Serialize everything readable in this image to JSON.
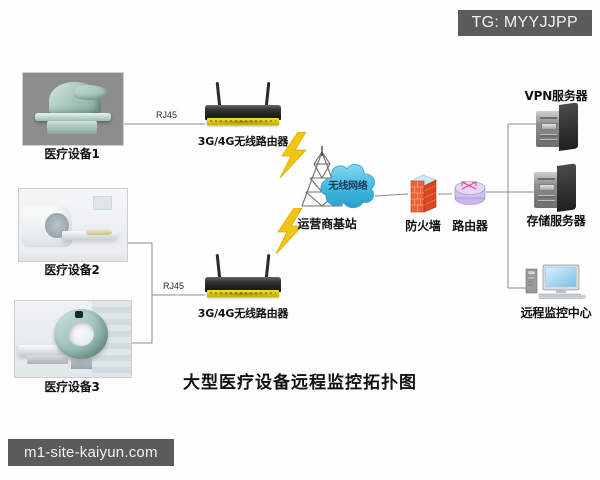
{
  "diagram": {
    "title": "大型医疗设备远程监控拓扑图",
    "link_label_rj45": "RJ45"
  },
  "watermarks": {
    "top_right": "TG: MYYJJPP",
    "bottom_left": "m1-site-kaiyun.com"
  },
  "nodes": {
    "equipment": [
      {
        "id": "medical-device-1",
        "label": "医疗设备1",
        "icon": "ct-scanner-photo"
      },
      {
        "id": "medical-device-2",
        "label": "医疗设备2",
        "icon": "mri-scanner-photo"
      },
      {
        "id": "medical-device-3",
        "label": "医疗设备3",
        "icon": "ct-donut-photo"
      }
    ],
    "routers": [
      {
        "id": "wireless-router-1",
        "label": "3G/4G无线路由器",
        "icon": "wireless-router-icon"
      },
      {
        "id": "wireless-router-2",
        "label": "3G/4G无线路由器",
        "icon": "wireless-router-icon"
      }
    ],
    "base_station": {
      "label": "运营商基站",
      "icon": "cell-tower-icon"
    },
    "cloud": {
      "label": "无线网络",
      "icon": "cloud-icon"
    },
    "firewall": {
      "label": "防火墙",
      "icon": "firewall-icon"
    },
    "core_router": {
      "label": "路由器",
      "icon": "router-icon"
    },
    "servers": [
      {
        "id": "vpn-server",
        "label": "VPN服务器",
        "icon": "server-tower-icon"
      },
      {
        "id": "storage-server",
        "label": "存储服务器",
        "icon": "server-tower-icon"
      }
    ],
    "monitoring_center": {
      "label": "远程监控中心",
      "icon": "desktop-computer-icon"
    }
  },
  "colors": {
    "watermark_bg": "#5b5b5b",
    "watermark_text": "#f2f2f2",
    "cloud_fill": "#4fc3e8",
    "bolt_fill": "#f5c518",
    "router_led": "#f5e03a",
    "link_line": "#8c8c8c",
    "title_text": "#121212"
  }
}
